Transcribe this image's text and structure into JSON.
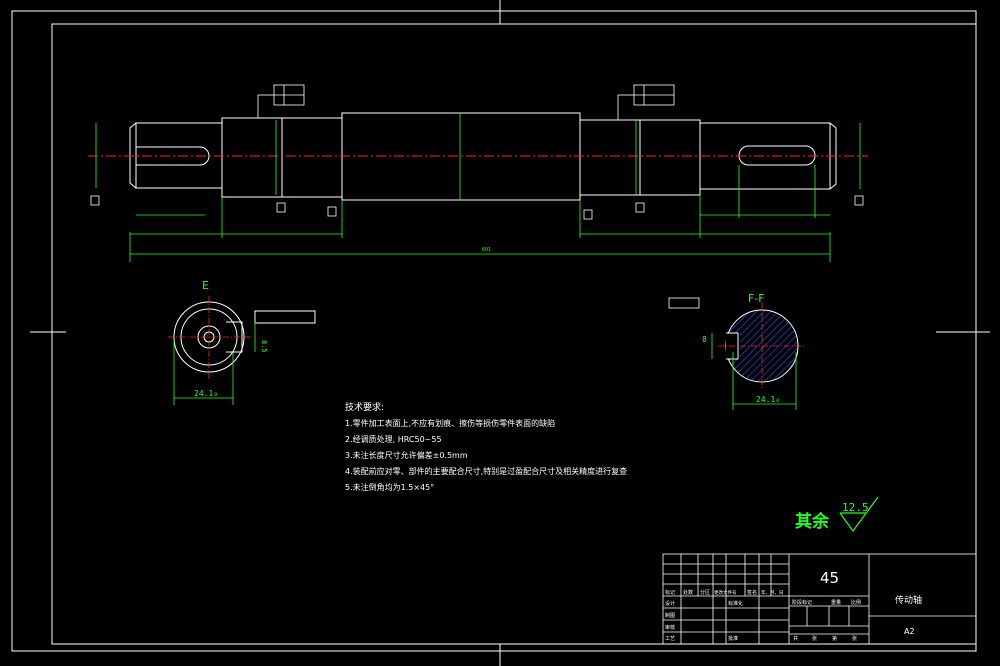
{
  "colors": {
    "background": "#000000",
    "outline": "#ffffff",
    "dimension": "#22ff22",
    "centerline": "#ff2222",
    "hatch": "#3355ff"
  },
  "shaft": {
    "overall_length": "601"
  },
  "sections": {
    "e_label": "E",
    "ff_label": "F-F",
    "e_keyway_width": "8.5",
    "e_width_dim": "24.1₀",
    "ff_keyway_width": "8",
    "ff_width_dim": "24.1₀"
  },
  "tech": {
    "title": "技术要求:",
    "items": [
      "1.零件加工表面上,不应有划痕、擦伤等损伤零件表面的缺陷",
      "2.经调质处理, HRC50~55",
      "3.未注长度尺寸允许偏差±0.5mm",
      "4.装配前应对零、部件的主要配合尺寸,特别是过盈配合尺寸及相关精度进行复查",
      "5.未注倒角均为1.5×45°"
    ]
  },
  "roughness": {
    "label": "其余",
    "value": "12.5"
  },
  "title_block": {
    "material": "45",
    "part_name": "传动轴",
    "sheet": "A2",
    "row_labels": [
      "标记",
      "设计",
      "制图",
      "审核",
      "工艺"
    ],
    "rev_headers": [
      "处数",
      "分区",
      "更改文件号",
      "签名",
      "年、月、日"
    ],
    "standardization": "标准化",
    "approval": "批准",
    "stage_headers": [
      "阶段标记",
      "重量",
      "比例"
    ],
    "sheet_count": [
      "共",
      "张",
      "第",
      "张"
    ]
  }
}
